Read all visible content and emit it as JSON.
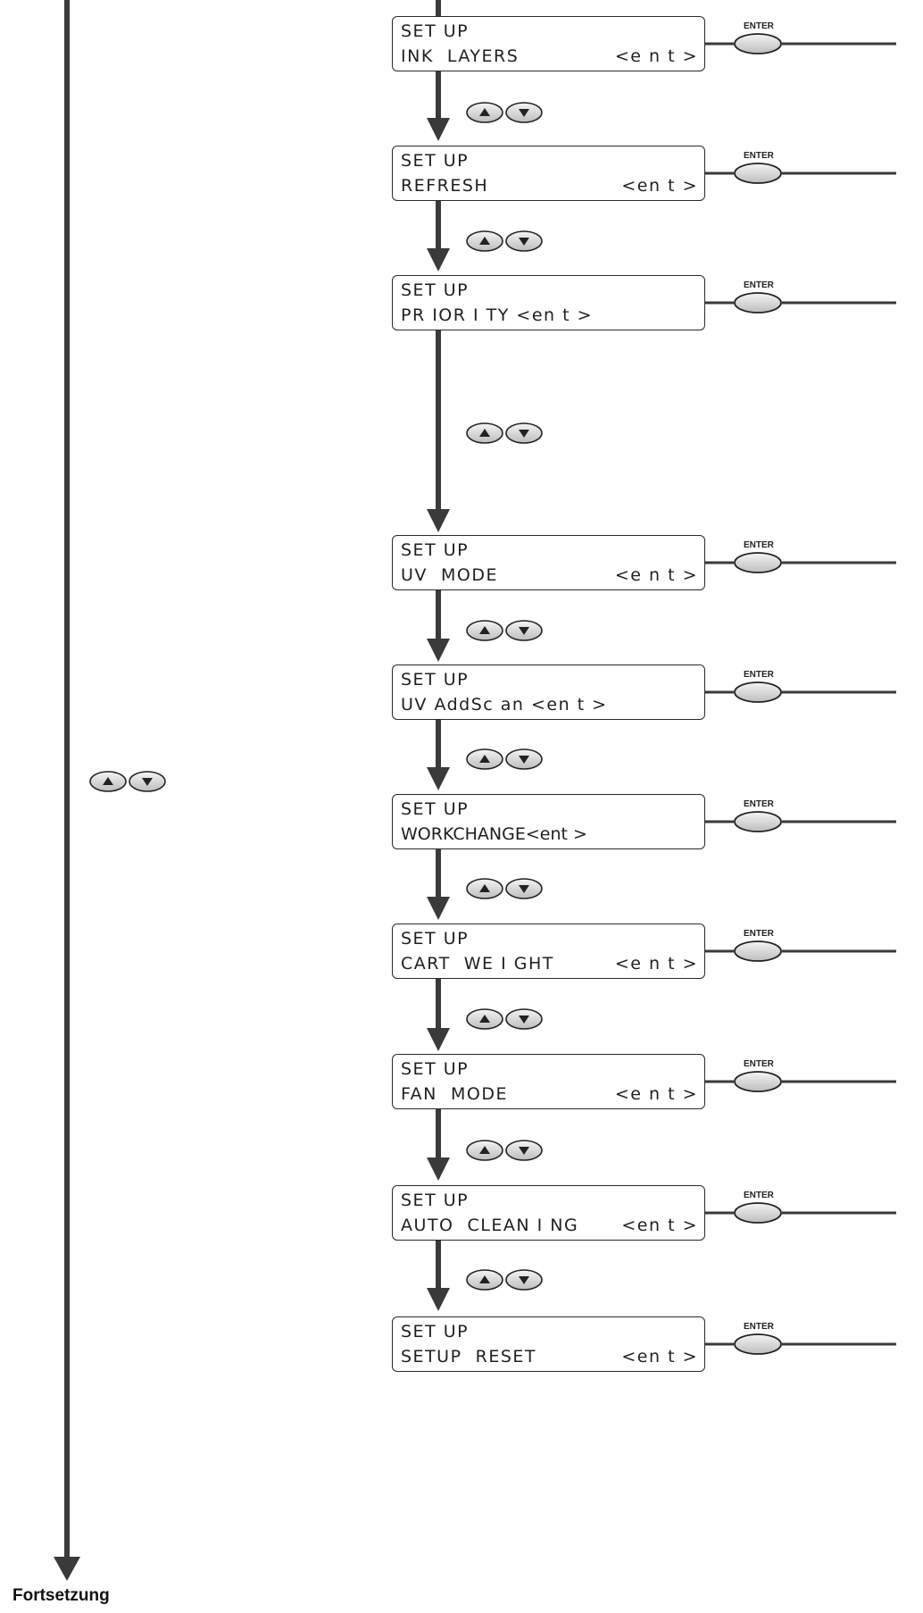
{
  "screens": [
    {
      "line1": "SET UP",
      "line2": "INK  LAYERS",
      "suffix": "<e n t >"
    },
    {
      "line1": "SET UP",
      "line2": "REFRESH",
      "suffix": "<en t >"
    },
    {
      "line1": "SET UP",
      "line2": "PR IOR I TY <en t >",
      "suffix": ""
    },
    {
      "line1": "SET UP",
      "line2": "UV  MODE",
      "suffix": "<e n t >"
    },
    {
      "line1": "SET UP",
      "line2": "UV AddSc an <en t >",
      "suffix": ""
    },
    {
      "line1": "SET UP",
      "line2": "WORKCHANGE<ent >",
      "suffix": ""
    },
    {
      "line1": "SET UP",
      "line2": "CART  WE I GHT",
      "suffix": "<e n t >"
    },
    {
      "line1": "SET UP",
      "line2": "FAN  MODE",
      "suffix": "<e n t >"
    },
    {
      "line1": "SET UP",
      "line2": "AUTO  CLEAN I NG",
      "suffix": "<en t >"
    },
    {
      "line1": "SET UP",
      "line2": "SETUP  RESET",
      "suffix": "<en t >"
    }
  ],
  "enter_label": "ENTER",
  "footer": "Fortsetzung",
  "icons": {
    "up": "up-arrow-key-icon",
    "down": "down-arrow-key-icon",
    "enter": "enter-key-icon"
  }
}
